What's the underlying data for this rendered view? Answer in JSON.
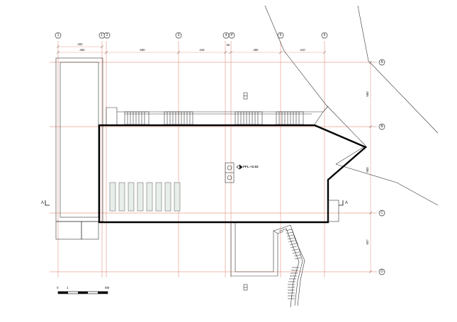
{
  "grid_columns": [
    "1",
    "1'",
    "2",
    "3",
    "4",
    "4'",
    "5",
    "6"
  ],
  "grid_rows": [
    "A",
    "B",
    "C",
    "D"
  ],
  "dimensions_top_upper": [
    "400"
  ],
  "dimensions_top_lower": [
    "450",
    "680",
    "440",
    "50",
    "480",
    "410"
  ],
  "dimensions_right": [
    "580",
    "600",
    "507"
  ],
  "level_label": "FFL:+2.63",
  "section_marker_label": "A",
  "scale_bar": {
    "labels": [
      "0",
      "1",
      "5M"
    ]
  },
  "colors": {
    "grid": "#e9a08f",
    "walls": "#000000",
    "lines": "#333333",
    "stairs_fill": "#e8efea"
  }
}
